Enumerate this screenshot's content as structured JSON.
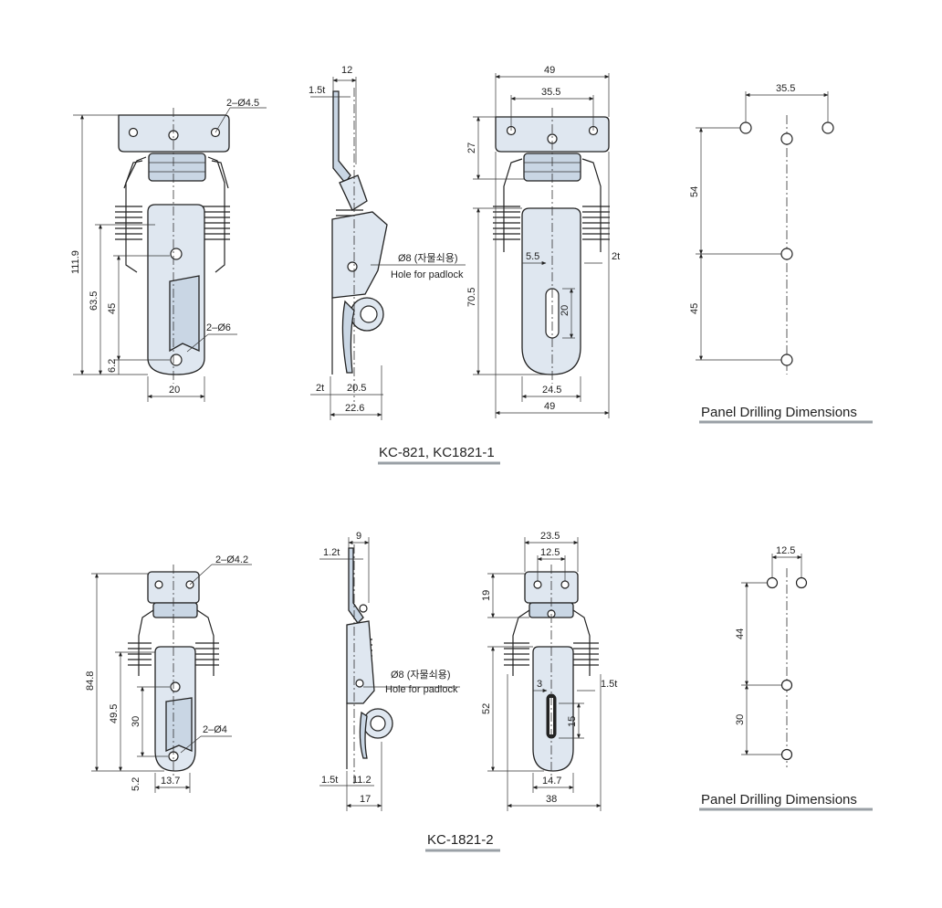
{
  "labels": {
    "kc821": {
      "caption": "KC-821, KC1821-1",
      "front": {
        "d_holes_top": "2–Ø4.5",
        "d_holes_bottom": "2–Ø6",
        "h_total": "111.9",
        "h_635": "63.5",
        "h_45": "45",
        "h_62": "6.2",
        "w_20": "20"
      },
      "side": {
        "w_12": "12",
        "t_15": "1.5t",
        "t_2": "2t",
        "w_205": "20.5",
        "w_226": "22.6",
        "padlock_kr": "Ø8 (자물쇠용)",
        "padlock_en": "Hole for padlock"
      },
      "back": {
        "w_49_top": "49",
        "w_355": "35.5",
        "h_27": "27",
        "h_705": "70.5",
        "w_55": "5.5",
        "t_2": "2t",
        "h_20": "20",
        "w_245": "24.5",
        "w_49_bottom": "49"
      }
    },
    "kc1821_2": {
      "caption": "KC-1821-2",
      "front": {
        "d_holes_top": "2–Ø4.2",
        "d_holes_bottom": "2–Ø4",
        "h_total": "84.8",
        "h_495": "49.5",
        "h_30": "30",
        "h_52": "5.2",
        "w_137": "13.7"
      },
      "side": {
        "w_9": "9",
        "t_12": "1.2t",
        "t_15": "1.5t",
        "w_112": "11.2",
        "w_17": "17",
        "padlock_kr": "Ø8 (자물쇠용)",
        "padlock_en": "Hole for padlock"
      },
      "back": {
        "w_235": "23.5",
        "w_125": "12.5",
        "h_19": "19",
        "h_52": "52",
        "w_3": "3",
        "t_15": "1.5t",
        "h_15": "15",
        "w_147": "14.7",
        "w_38": "38"
      }
    },
    "panel1": {
      "caption": "Panel Drilling Dimensions",
      "w_355": "35.5",
      "h_54": "54",
      "h_45": "45"
    },
    "panel2": {
      "caption": "Panel Drilling Dimensions",
      "w_125": "12.5",
      "h_44": "44",
      "h_30": "30"
    }
  },
  "colors": {
    "part_fill": "#dfe7f0",
    "part_shade": "#c9d6e4",
    "line": "#222222",
    "caption_underline": "#9aa0a6"
  }
}
